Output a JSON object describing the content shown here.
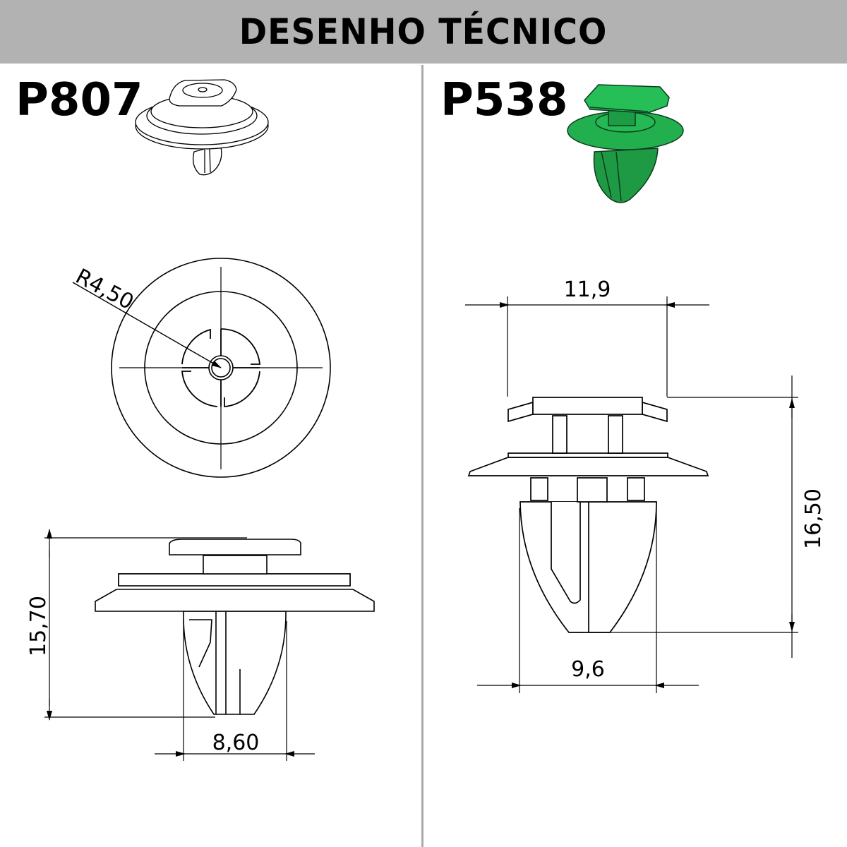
{
  "header": {
    "title": "DESENHO TÉCNICO",
    "background": "#b2b2b2"
  },
  "parts": [
    {
      "code": "P807",
      "color": "#ffffff",
      "views": {
        "top_view": {
          "radius_label": "R4,50"
        },
        "side_view": {
          "height_label": "15,70",
          "width_label": "8,60"
        }
      }
    },
    {
      "code": "P538",
      "color": "#1fa84a",
      "views": {
        "side_view": {
          "head_width_label": "11,9",
          "height_label": "16,50",
          "body_width_label": "9,6"
        }
      }
    }
  ]
}
